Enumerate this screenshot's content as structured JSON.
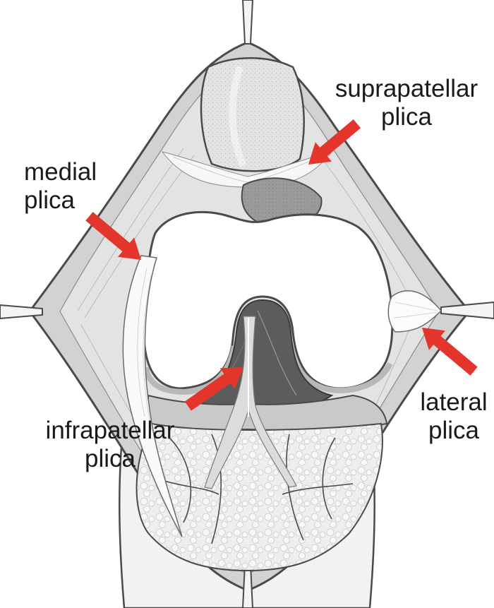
{
  "labels": {
    "suprapatellar": {
      "line1": "suprapatellar",
      "line2": "plica"
    },
    "medial": {
      "line1": "medial",
      "line2": "plica"
    },
    "lateral": {
      "line1": "lateral",
      "line2": "plica"
    },
    "infrapatellar": {
      "line1": "infrapatellar",
      "line2": "plica"
    }
  },
  "colors": {
    "arrow": "#e3352b",
    "outline": "#4a4a4a",
    "skin": "#f1f1f1",
    "capsule": "#cfcfcf",
    "cartilage": "#ffffff",
    "patella": "#e2e2e2",
    "notch": "#5a5a5a",
    "fat_pad": "#ececec"
  }
}
